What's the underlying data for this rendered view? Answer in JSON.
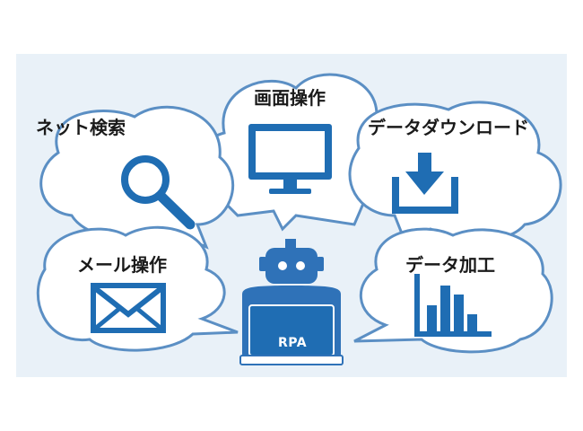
{
  "labels": {
    "screen": "画面操作",
    "web_search": "ネット検索",
    "data_download": "データダウンロード",
    "mail": "メール操作",
    "data_processing": "データ加工"
  },
  "robot": {
    "laptop_text": "RPA"
  },
  "icons": {
    "screen": "monitor-icon",
    "web_search": "magnifier-icon",
    "data_download": "download-tray-icon",
    "mail": "envelope-icon",
    "data_processing": "bar-chart-icon",
    "robot": "robot-icon"
  },
  "colors": {
    "accent": "#1f6db3",
    "background": "#e9f1f8",
    "cloud_fill": "#ffffff",
    "cloud_stroke": "#5b8fc4",
    "robot_body": "#2f72b8"
  }
}
